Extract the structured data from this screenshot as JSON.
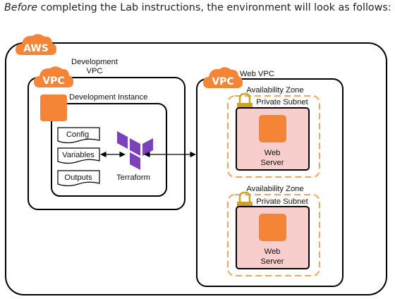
{
  "intro": {
    "emphasis": "Before",
    "rest": " completing the Lab instructions, the environment will look as follows:"
  },
  "diagram": {
    "aws_badge": "AWS",
    "dev_vpc": {
      "badge": "VPC",
      "label_line1": "Development",
      "label_line2": "VPC"
    },
    "dev_instance": {
      "label": "Development Instance",
      "files": [
        "Config",
        "Variables",
        "Outputs"
      ],
      "tool": "Terraform"
    },
    "web_vpc": {
      "badge": "VPC",
      "label": "Web VPC",
      "zones": [
        {
          "zone_label": "Availability Zone",
          "subnet_label": "Private Subnet",
          "server_line1": "Web",
          "server_line2": "Server"
        },
        {
          "zone_label": "Availability Zone",
          "subnet_label": "Private Subnet",
          "server_line1": "Web",
          "server_line2": "Server"
        }
      ]
    },
    "colors": {
      "aws_orange": "#f58536",
      "server_fill": "#f8cecc",
      "zone_dash": "#f7a35c",
      "terraform_purple": "#7b42bc",
      "lock_gold": "#c9a227"
    }
  }
}
